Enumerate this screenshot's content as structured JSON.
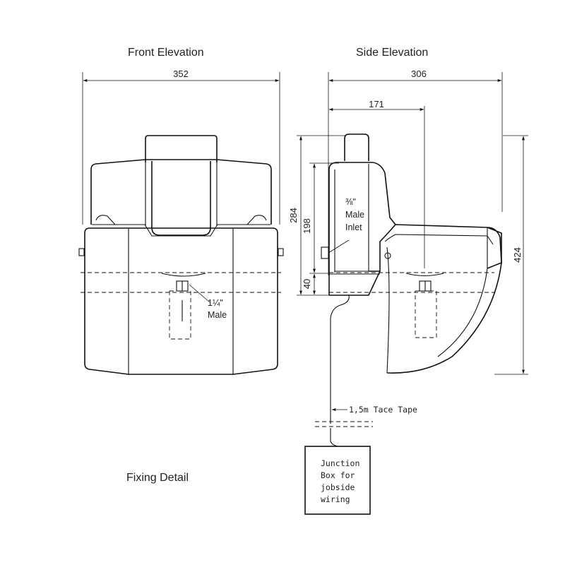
{
  "views": {
    "front_title": "Front Elevation",
    "side_title": "Side Elevation",
    "fixing_title": "Fixing Detail"
  },
  "dimensions": {
    "front_width": "352",
    "side_width": "306",
    "side_depth": "171",
    "overall_height": "424",
    "body_height": "284",
    "inlet_height": "198",
    "base_height": "40"
  },
  "callouts": {
    "outlet": [
      "1¼\"",
      "Male"
    ],
    "inlet": [
      "⅜\"",
      "Male",
      "Inlet"
    ],
    "tape": "1,5m Tace Tape",
    "junction_box": [
      "Junction",
      "Box for",
      "jobside",
      "wiring"
    ]
  }
}
